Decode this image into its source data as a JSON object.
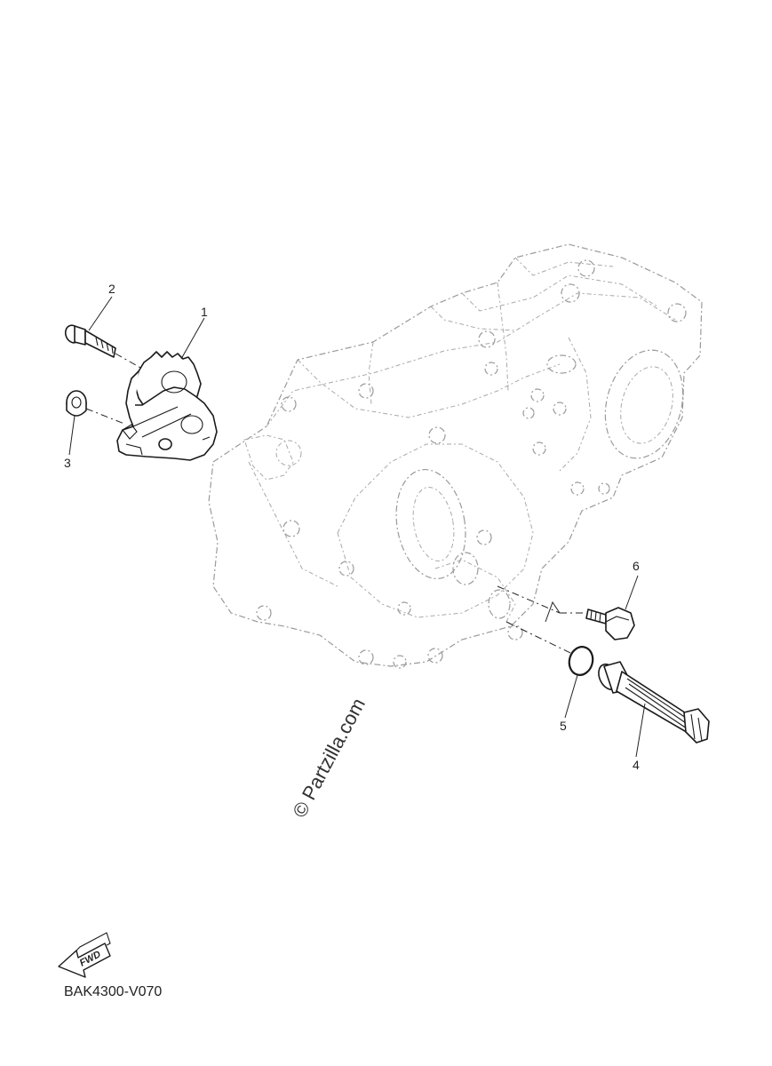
{
  "callouts": {
    "c1": "1",
    "c2": "2",
    "c3": "3",
    "c4": "4",
    "c5": "5",
    "c6": "6"
  },
  "fwd_label": "FWD",
  "diagram_code": "BAK4300-V070",
  "watermark": "© Partzilla.com",
  "icons": {
    "forward_arrow": "fwd-arrow-icon"
  }
}
